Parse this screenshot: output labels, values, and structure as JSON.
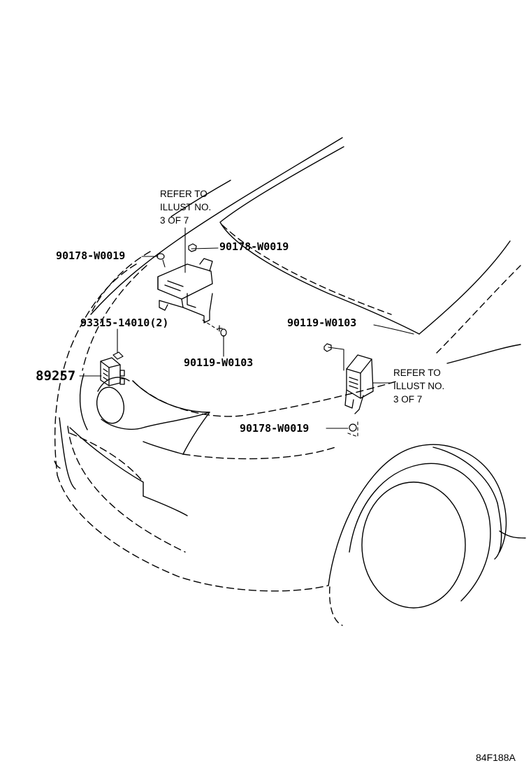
{
  "notes": {
    "upper": [
      "REFER TO",
      "ILLUST NO.",
      "3 OF 7"
    ],
    "right": [
      "REFER TO",
      "ILLUST NO.",
      "3 OF 7"
    ]
  },
  "callouts": {
    "nut_upper_left": "90178-W0019",
    "nut_upper_right": "90178-W0019",
    "bulb_clip": "93315-14010(2)",
    "bolt_center": "90119-W0103",
    "bolt_right": "90119-W0103",
    "sensor": "89257",
    "nut_lower_right": "90178-W0019"
  },
  "illustration_code": "84F188A"
}
